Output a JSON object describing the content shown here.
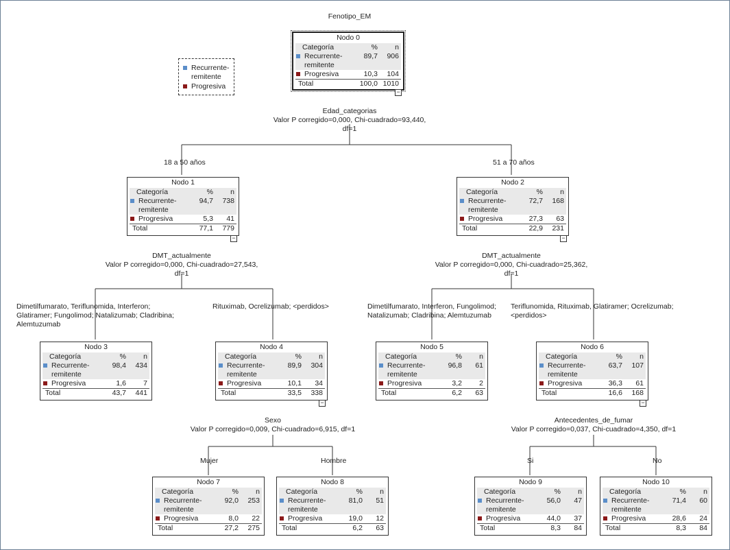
{
  "title": "Fenotipo_EM",
  "colors": {
    "recurrente": "#5b8ec9",
    "progresiva": "#8b1a1a"
  },
  "legend": {
    "recurrente": "Recurrente-remitente",
    "progresiva": "Progresiva"
  },
  "headers": {
    "categoria": "Categoría",
    "pct": "%",
    "n": "n"
  },
  "row_labels": {
    "r1a": "Recurrente-",
    "r1b": "remitente",
    "r2": "Progresiva",
    "total": "Total"
  },
  "nodes": [
    {
      "label": "Nodo 0",
      "rr": [
        "89,7",
        "906"
      ],
      "pr": [
        "10,3",
        "104"
      ],
      "tot": [
        "100,0",
        "1010"
      ]
    },
    {
      "label": "Nodo 1",
      "rr": [
        "94,7",
        "738"
      ],
      "pr": [
        "5,3",
        "41"
      ],
      "tot": [
        "77,1",
        "779"
      ]
    },
    {
      "label": "Nodo 2",
      "rr": [
        "72,7",
        "168"
      ],
      "pr": [
        "27,3",
        "63"
      ],
      "tot": [
        "22,9",
        "231"
      ]
    },
    {
      "label": "Nodo 3",
      "rr": [
        "98,4",
        "434"
      ],
      "pr": [
        "1,6",
        "7"
      ],
      "tot": [
        "43,7",
        "441"
      ]
    },
    {
      "label": "Nodo 4",
      "rr": [
        "89,9",
        "304"
      ],
      "pr": [
        "10,1",
        "34"
      ],
      "tot": [
        "33,5",
        "338"
      ]
    },
    {
      "label": "Nodo 5",
      "rr": [
        "96,8",
        "61"
      ],
      "pr": [
        "3,2",
        "2"
      ],
      "tot": [
        "6,2",
        "63"
      ]
    },
    {
      "label": "Nodo 6",
      "rr": [
        "63,7",
        "107"
      ],
      "pr": [
        "36,3",
        "61"
      ],
      "tot": [
        "16,6",
        "168"
      ]
    },
    {
      "label": "Nodo 7",
      "rr": [
        "92,0",
        "253"
      ],
      "pr": [
        "8,0",
        "22"
      ],
      "tot": [
        "27,2",
        "275"
      ]
    },
    {
      "label": "Nodo 8",
      "rr": [
        "81,0",
        "51"
      ],
      "pr": [
        "19,0",
        "12"
      ],
      "tot": [
        "6,2",
        "63"
      ]
    },
    {
      "label": "Nodo 9",
      "rr": [
        "56,0",
        "47"
      ],
      "pr": [
        "44,0",
        "37"
      ],
      "tot": [
        "8,3",
        "84"
      ]
    },
    {
      "label": "Nodo 10",
      "rr": [
        "71,4",
        "60"
      ],
      "pr": [
        "28,6",
        "24"
      ],
      "tot": [
        "8,3",
        "84"
      ]
    }
  ],
  "splits": [
    {
      "var": "Edad_categorias",
      "stat": "Valor P corregido=0,000, Chi-cuadrado=93,440,",
      "df": "df=1"
    },
    {
      "var": "DMT_actualmente",
      "stat": "Valor P corregido=0,000, Chi-cuadrado=27,543,",
      "df": "df=1"
    },
    {
      "var": "DMT_actualmente",
      "stat": "Valor P corregido=0,000, Chi-cuadrado=25,362,",
      "df": "df=1"
    },
    {
      "var": "Sexo",
      "stat": "Valor P corregido=0,009, Chi-cuadrado=6,915, df=1"
    },
    {
      "var": "Antecedentes_de_fumar",
      "stat": "Valor P corregido=0,037, Chi-cuadrado=4,350, df=1"
    }
  ],
  "branches": {
    "edad_young": "18 a 50 años",
    "edad_old": "51 a 70 años",
    "n1_left": "Dimetilfumarato, Teriflunomida, Interferon; Glatiramer; Fungolimod; Natalizumab; Cladribina; Alemtuzumab",
    "n1_right": "Rituximab, Ocrelizumab; <perdidos>",
    "n2_left": "Dimetilfumarato, Interferon, Fungolimod; Natalizumab; Cladribina; Alemtuzumab",
    "n2_right": "Teriflunomida, Rituximab, Glatiramer; Ocrelizumab; <perdidos>",
    "mujer": "Mujer",
    "hombre": "Hombre",
    "si": "Si",
    "no": "No"
  }
}
